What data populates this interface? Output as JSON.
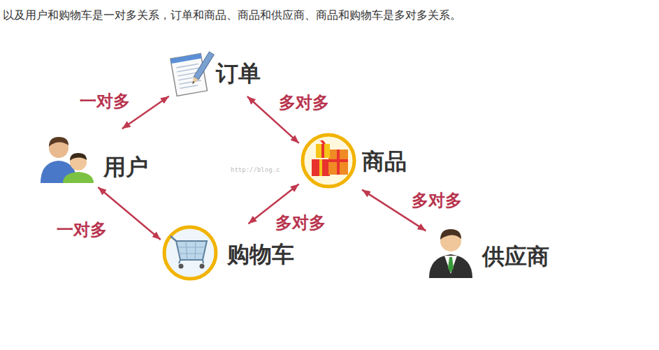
{
  "diagram": {
    "nodes": [
      {
        "text": [
          "订单"
        ]
      },
      {
        "text": [
          "用户"
        ]
      },
      {
        "text": [
          "商品"
        ]
      },
      {
        "text": [
          "购物车"
        ]
      },
      {
        "text": [
          "供应商"
        ]
      }
    ],
    "edges": [
      {
        "from": 1,
        "to": 0,
        "label": "一对多",
        "arrow": "both"
      },
      {
        "from": 0,
        "to": 2,
        "label": "多对多",
        "arrow": "both"
      },
      {
        "from": 1,
        "to": 3,
        "label": "一对多",
        "arrow": "both"
      },
      {
        "from": 3,
        "to": 2,
        "label": "多对多",
        "arrow": "both"
      },
      {
        "from": 2,
        "to": 4,
        "label": "多对多",
        "arrow": "both"
      }
    ],
    "labels": [
      "以及用户和购物车是一对多关系，订单和商品、商品和供应商、商品和购物车是多对多关系。",
      "http://blog.c"
    ]
  }
}
